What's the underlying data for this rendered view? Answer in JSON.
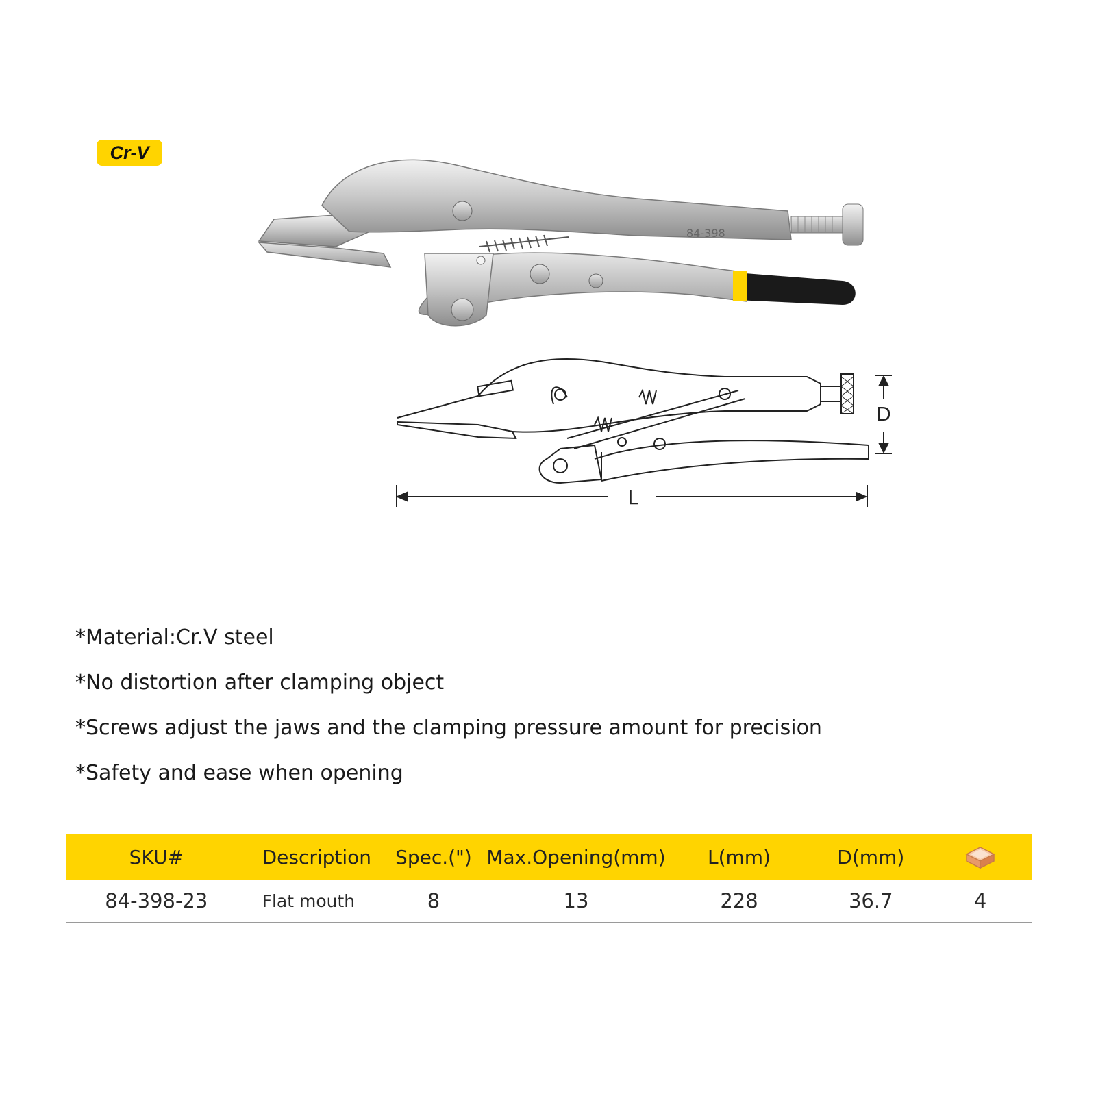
{
  "badge": {
    "label": "Cr-V"
  },
  "product_photo": {
    "engraving": "84-398"
  },
  "diagram": {
    "length_label": "L",
    "depth_label": "D"
  },
  "features": [
    "*Material:Cr.V steel",
    "*No distortion after clamping object",
    "*Screws adjust the jaws and the clamping pressure amount for precision",
    "*Safety and ease when opening"
  ],
  "spec_table": {
    "headers": [
      "SKU#",
      "Description",
      "Spec.(\")",
      "Max.Opening(mm)",
      "L(mm)",
      "D(mm)",
      "box-icon"
    ],
    "rows": [
      {
        "sku": "84-398-23",
        "description": "Flat mouth",
        "spec": "8",
        "max_opening": "13",
        "length": "228",
        "depth": "36.7",
        "box_qty": "4"
      }
    ]
  },
  "colors": {
    "accent": "#ffd400",
    "text": "#222222",
    "rule": "#9a9a9a"
  }
}
